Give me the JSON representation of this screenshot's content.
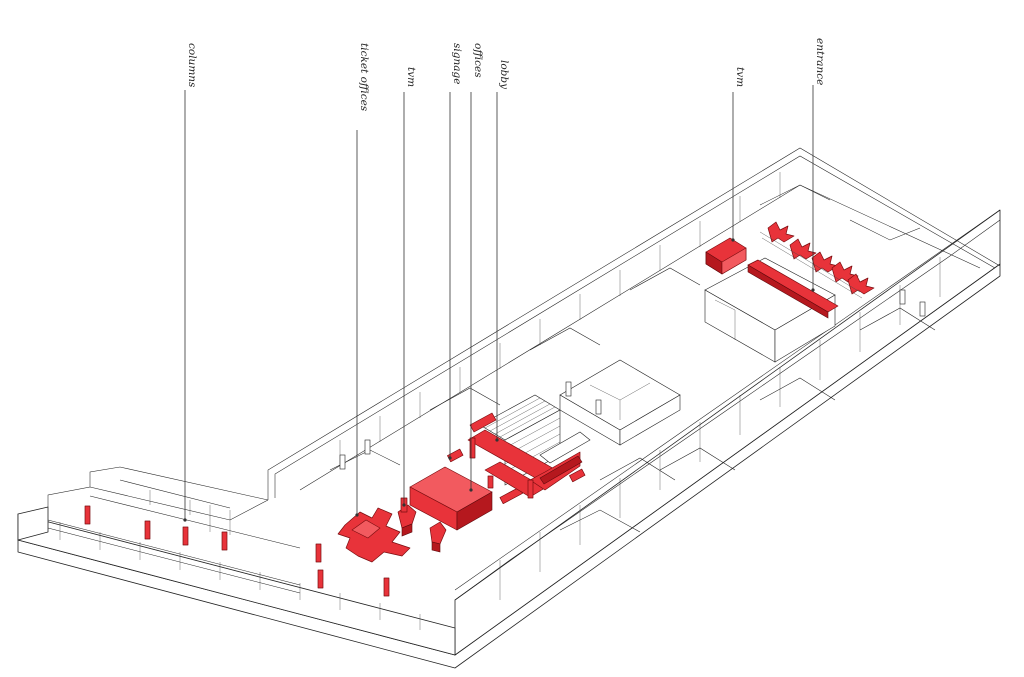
{
  "labels": {
    "columns": "columns",
    "ticket_offices": "ticket offices",
    "tvm_left": "tvm",
    "signage": "signage",
    "offices": "offices",
    "lobby": "lobby",
    "tvm_right": "tvm",
    "entrance": "entrance"
  },
  "colors": {
    "highlight": "#e8333a",
    "linework": "#222222",
    "background": "#ffffff"
  }
}
